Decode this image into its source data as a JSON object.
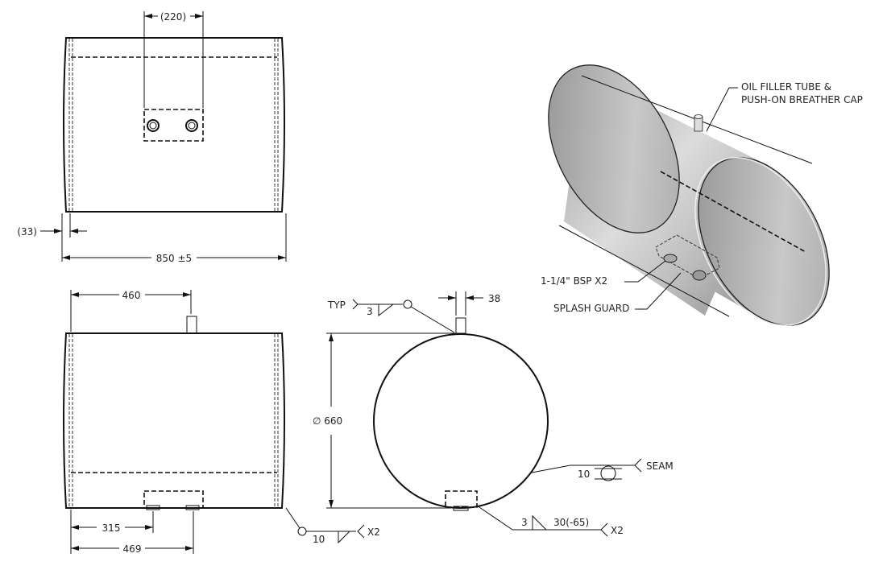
{
  "top_view": {
    "dim_port_spacing": "(220)",
    "dim_end_offset": "(33)",
    "dim_length": "850 ±5"
  },
  "front_view": {
    "dim_tube_position": "460",
    "dim_port1": "315",
    "dim_port2": "469",
    "weld_size": "10",
    "weld_qty": "X2"
  },
  "end_view": {
    "dim_tube_width": "38",
    "dim_diameter": "∅ 660",
    "weld_typ_label": "TYP",
    "weld_typ_size": "3",
    "seam_label": "SEAM",
    "seam_size": "10",
    "weld_guard_size": "3",
    "weld_guard_pitch": "30(-65)",
    "weld_guard_qty": "X2"
  },
  "iso_view": {
    "callout_filler_line1": "OIL FILLER TUBE &",
    "callout_filler_line2": "PUSH-ON BREATHER CAP",
    "callout_ports": "1-1/4\" BSP X2",
    "callout_guard": "SPLASH GUARD"
  }
}
